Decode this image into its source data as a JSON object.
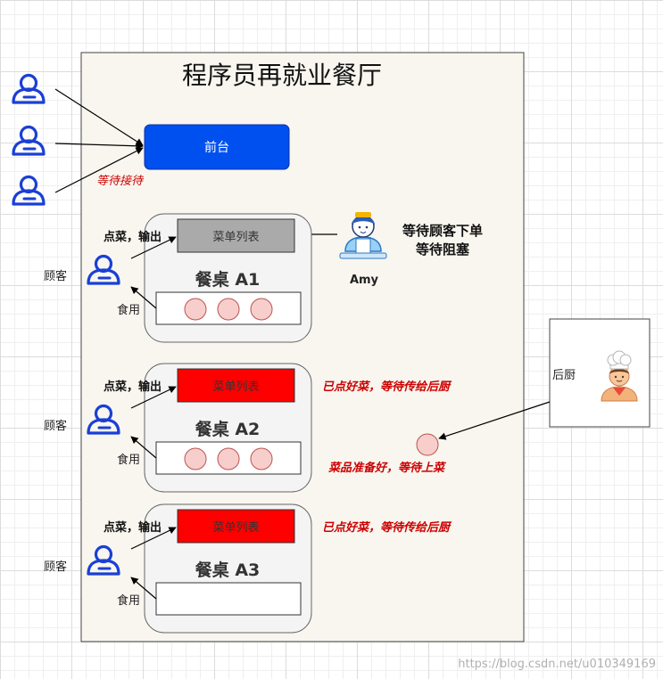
{
  "title": "程序员再就业餐厅",
  "front_desk": {
    "label": "前台",
    "waiting_note": "等待接待"
  },
  "waiter": {
    "name": "Amy",
    "status_line1": "等待顾客下单",
    "status_line2": "等待阻塞"
  },
  "kitchen": {
    "label": "后厨"
  },
  "served_note": "菜品准备好，等待上菜",
  "tables": [
    {
      "name": "餐桌 A1",
      "menu_label": "菜单列表",
      "customer_label": "顾客",
      "order_label": "点菜，输出",
      "eat_label": "食用",
      "status_note": "",
      "dish_count": 3
    },
    {
      "name": "餐桌 A2",
      "menu_label": "菜单列表",
      "customer_label": "顾客",
      "order_label": "点菜，输出",
      "eat_label": "食用",
      "status_note": "已点好菜，等待传给后厨",
      "dish_count": 3
    },
    {
      "name": "餐桌 A3",
      "menu_label": "菜单列表",
      "customer_label": "顾客",
      "order_label": "点菜，输出",
      "eat_label": "食用",
      "status_note": "已点好菜，等待传给后厨",
      "dish_count": 0
    }
  ],
  "watermark": "https://blog.csdn.net/u010349169",
  "colors": {
    "person_icon": "#1a3fd6",
    "front_desk": "#0050ef",
    "menu_idle": "#aaaaaa",
    "menu_ordered": "#ff0000",
    "dish": "#f8cecc",
    "note_red": "#cc0000",
    "restaurant_bg": "#f8f6ef"
  }
}
